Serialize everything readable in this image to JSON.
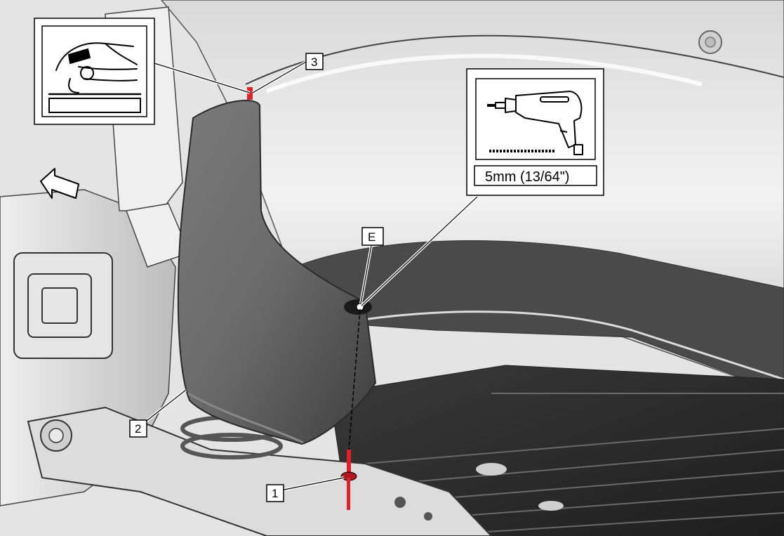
{
  "callouts": {
    "c1": "1",
    "c2": "2",
    "c3": "3",
    "cE": "E"
  },
  "drill_size": "5mm (13/64\")",
  "colors": {
    "highlight": "#e0202a",
    "mud_flap": "#5a5a5a",
    "dark_underbody": "#2b2b2b"
  },
  "icons": [
    "hand-press-icon",
    "drill-icon",
    "direction-arrow-icon"
  ]
}
